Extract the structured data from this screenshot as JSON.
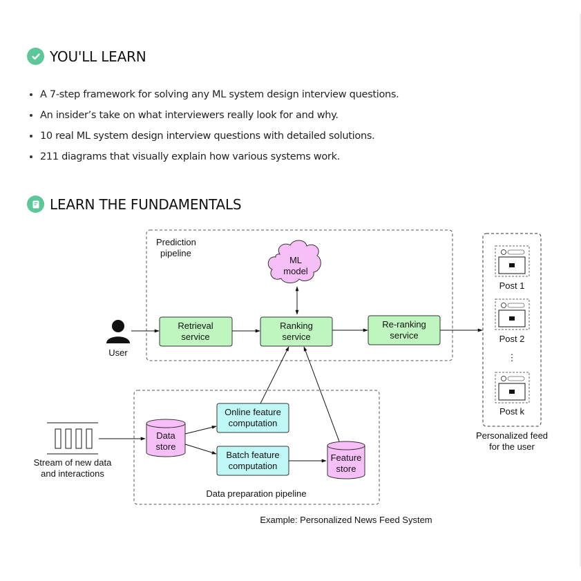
{
  "learn": {
    "icon": "check-circle-icon",
    "title": "YOU'LL LEARN",
    "items": [
      "A 7-step framework for solving any ML system design interview questions.",
      "An insider’s take on what interviewers really look for and why.",
      "10 real ML system design interview questions with detailed solutions.",
      "211 diagrams that visually explain how various systems work."
    ]
  },
  "fundamentals": {
    "icon": "book-icon",
    "title": "LEARN THE FUNDAMENTALS"
  },
  "diagram": {
    "prediction_pipeline_label": [
      "Prediction",
      "pipeline"
    ],
    "ml_model": [
      "ML",
      "model"
    ],
    "user_label": "User",
    "retrieval": [
      "Retrieval",
      "service"
    ],
    "ranking": [
      "Ranking",
      "service"
    ],
    "reranking": [
      "Re-ranking",
      "service"
    ],
    "posts": [
      "Post 1",
      "Post 2",
      "Post k"
    ],
    "ellipsis": "⋮",
    "feed_caption": [
      "Personalized feed",
      "for the user"
    ],
    "stream_caption": [
      "Stream of new data",
      "and interactions"
    ],
    "data_store": [
      "Data",
      "store"
    ],
    "online_feature": [
      "Online feature",
      "computation"
    ],
    "batch_feature": [
      "Batch feature",
      "computation"
    ],
    "feature_store": [
      "Feature",
      "store"
    ],
    "data_prep_label": "Data preparation pipeline",
    "caption": "Example: Personalized News Feed System",
    "colors": {
      "service_fill": "#bff5bf",
      "compute_fill": "#bff7f7",
      "store_fill": "#f7bff7",
      "accent": "#5cc89a"
    }
  }
}
